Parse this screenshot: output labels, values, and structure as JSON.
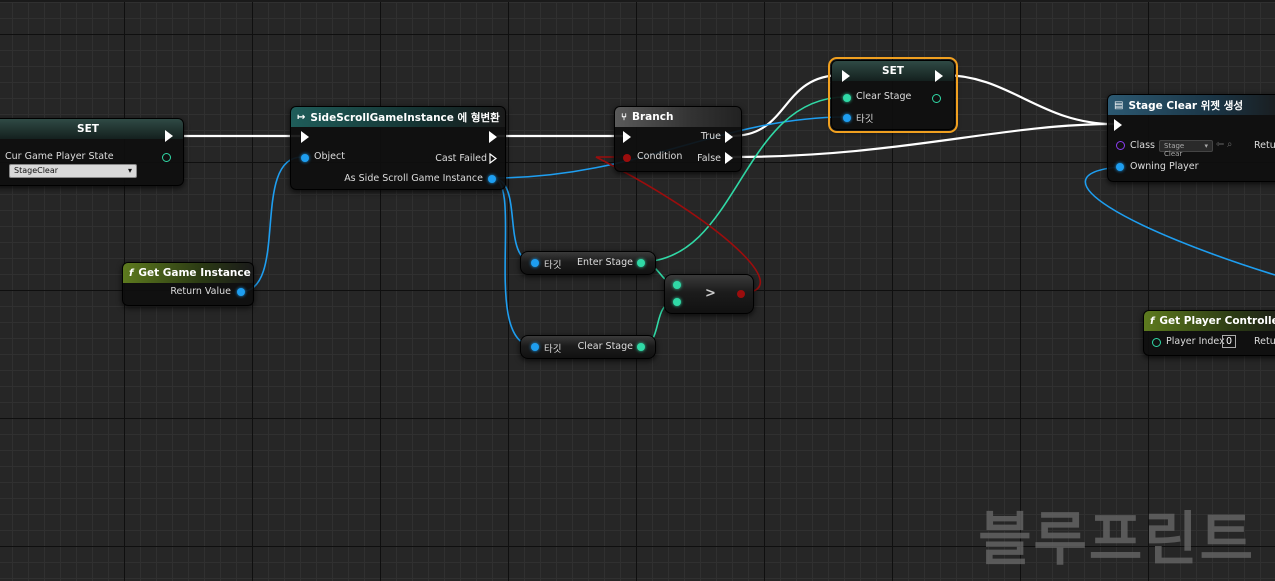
{
  "nodes": {
    "set_state": {
      "title": "SET",
      "pin_label": "Cur Game Player State",
      "dropdown_value": "StageClear"
    },
    "cast": {
      "title": "SideScrollGameInstance 에 형변환",
      "object_label": "Object",
      "cast_failed_label": "Cast Failed",
      "as_label": "As Side Scroll Game Instance"
    },
    "get_game_instance": {
      "title": "Get Game Instance",
      "return_label": "Return Value"
    },
    "branch": {
      "title": "Branch",
      "true_label": "True",
      "false_label": "False",
      "condition_label": "Condition"
    },
    "set_clear": {
      "title": "SET",
      "clear_stage_label": "Clear Stage",
      "target_label": "타깃"
    },
    "enter_stage_getter": {
      "target_label": "타깃",
      "value_label": "Enter Stage"
    },
    "clear_stage_getter": {
      "target_label": "타깃",
      "value_label": "Clear Stage"
    },
    "compare": {
      "symbol": ">"
    },
    "create_widget": {
      "title": "Stage Clear 위젯 생성",
      "class_label": "Class",
      "class_value": "Stage Clear",
      "owning_label": "Owning Player",
      "return_partial": "Retu"
    },
    "get_player_controller": {
      "title": "Get Player Controller",
      "index_label": "Player Index",
      "index_value": "0",
      "return_partial": "Retu"
    }
  },
  "watermark": "블루프린트",
  "colors": {
    "exec": "#ffffff",
    "object": "#1e9ef0",
    "integer": "#30d9a6",
    "boolean": "#9b0d0d",
    "class": "#8b3df0",
    "selection": "#f0a020"
  }
}
